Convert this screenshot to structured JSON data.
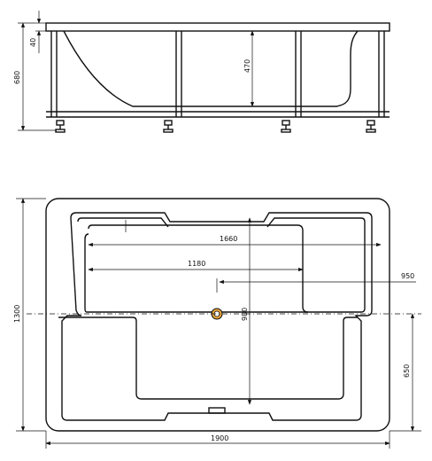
{
  "side_view": {
    "dim_rim_height": "40",
    "dim_total_height": "680",
    "dim_depth": "470"
  },
  "top_view": {
    "dim_inner_length": "1660",
    "dim_seat_length": "1180",
    "dim_drain_offset": "950",
    "dim_inner_width": "980",
    "dim_total_width": "1300",
    "dim_half_width": "650",
    "dim_total_length": "1900"
  }
}
